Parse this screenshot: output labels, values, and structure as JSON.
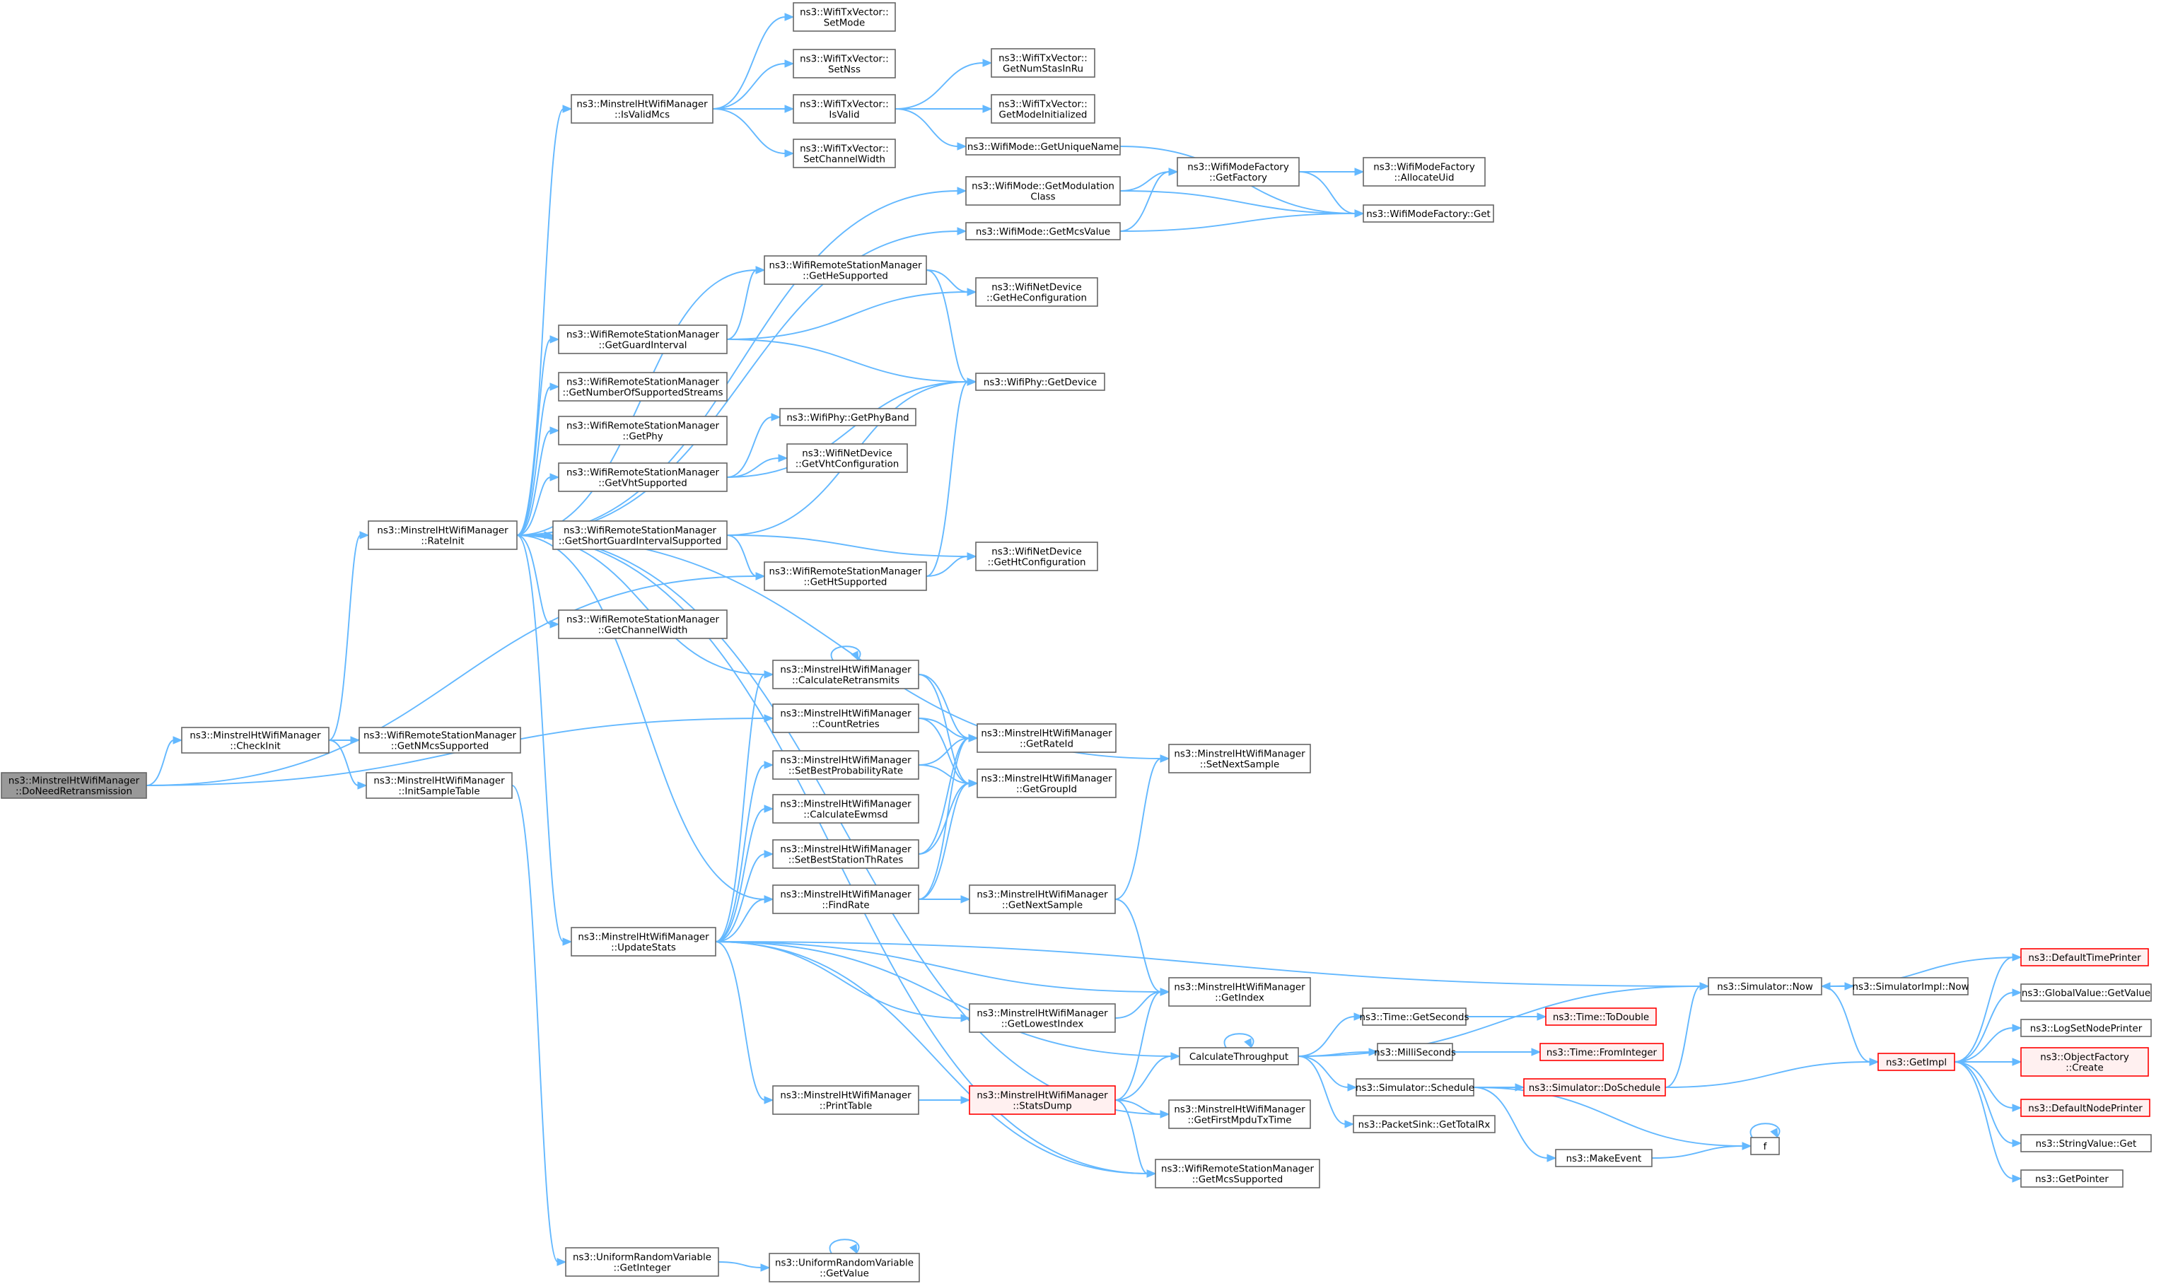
{
  "colors": {
    "edge": "#63b8ff",
    "node_fill": "#ffffff",
    "node_border": "#666666",
    "root_fill": "#999999",
    "root_border": "#666666",
    "truncated_fill": "#fff0f0",
    "truncated_border": "#ff0000"
  },
  "nodes": [
    {
      "id": "n0",
      "lines": [
        "ns3::MinstrelHtWifiManager",
        "::DoNeedRetransmission"
      ],
      "style": "root"
    },
    {
      "id": "n1",
      "lines": [
        "ns3::MinstrelHtWifiManager",
        "::CheckInit"
      ]
    },
    {
      "id": "n2",
      "lines": [
        "ns3::WifiRemoteStationManager",
        "::GetNMcsSupported"
      ]
    },
    {
      "id": "n3",
      "lines": [
        "ns3::MinstrelHtWifiManager",
        "::InitSampleTable"
      ]
    },
    {
      "id": "n4",
      "lines": [
        "ns3::MinstrelHtWifiManager",
        "::RateInit"
      ]
    },
    {
      "id": "n5",
      "lines": [
        "ns3::MinstrelHtWifiManager",
        "::IsValidMcs"
      ]
    },
    {
      "id": "n6",
      "lines": [
        "ns3::WifiTxVector::",
        "SetMode"
      ]
    },
    {
      "id": "n7",
      "lines": [
        "ns3::WifiTxVector::",
        "SetNss"
      ]
    },
    {
      "id": "n8",
      "lines": [
        "ns3::WifiTxVector::",
        "IsValid"
      ]
    },
    {
      "id": "n9",
      "lines": [
        "ns3::WifiTxVector::",
        "SetChannelWidth"
      ]
    },
    {
      "id": "n10",
      "lines": [
        "ns3::WifiTxVector::",
        "GetNumStasInRu"
      ]
    },
    {
      "id": "n11",
      "lines": [
        "ns3::WifiTxVector::",
        "GetModeInitialized"
      ]
    },
    {
      "id": "n12",
      "lines": [
        "ns3::WifiMode::GetUniqueName"
      ]
    },
    {
      "id": "n13",
      "lines": [
        "ns3::WifiMode::GetModulation",
        "Class"
      ]
    },
    {
      "id": "n14",
      "lines": [
        "ns3::WifiMode::GetMcsValue"
      ]
    },
    {
      "id": "n15",
      "lines": [
        "ns3::WifiModeFactory",
        "::GetFactory"
      ]
    },
    {
      "id": "n16",
      "lines": [
        "ns3::WifiModeFactory",
        "::AllocateUid"
      ]
    },
    {
      "id": "n17",
      "lines": [
        "ns3::WifiModeFactory::Get"
      ]
    },
    {
      "id": "n18",
      "lines": [
        "ns3::WifiRemoteStationManager",
        "::GetHeSupported"
      ]
    },
    {
      "id": "n19",
      "lines": [
        "ns3::WifiNetDevice",
        "::GetHeConfiguration"
      ]
    },
    {
      "id": "n20",
      "lines": [
        "ns3::WifiRemoteStationManager",
        "::GetGuardInterval"
      ]
    },
    {
      "id": "n21",
      "lines": [
        "ns3::WifiPhy::GetDevice"
      ]
    },
    {
      "id": "n22",
      "lines": [
        "ns3::WifiRemoteStationManager",
        "::GetNumberOfSupportedStreams"
      ]
    },
    {
      "id": "n23",
      "lines": [
        "ns3::WifiRemoteStationManager",
        "::GetPhy"
      ]
    },
    {
      "id": "n24",
      "lines": [
        "ns3::WifiPhy::GetPhyBand"
      ]
    },
    {
      "id": "n25",
      "lines": [
        "ns3::WifiRemoteStationManager",
        "::GetVhtSupported"
      ]
    },
    {
      "id": "n26",
      "lines": [
        "ns3::WifiNetDevice",
        "::GetVhtConfiguration"
      ]
    },
    {
      "id": "n27",
      "lines": [
        "ns3::WifiRemoteStationManager",
        "::GetShortGuardIntervalSupported"
      ]
    },
    {
      "id": "n28",
      "lines": [
        "ns3::WifiRemoteStationManager",
        "::GetHtSupported"
      ]
    },
    {
      "id": "n29",
      "lines": [
        "ns3::WifiNetDevice",
        "::GetHtConfiguration"
      ]
    },
    {
      "id": "n30",
      "lines": [
        "ns3::WifiRemoteStationManager",
        "::GetChannelWidth"
      ]
    },
    {
      "id": "n31",
      "lines": [
        "ns3::MinstrelHtWifiManager",
        "::CalculateRetransmits"
      ]
    },
    {
      "id": "n32",
      "lines": [
        "ns3::MinstrelHtWifiManager",
        "::CountRetries"
      ]
    },
    {
      "id": "n33",
      "lines": [
        "ns3::MinstrelHtWifiManager",
        "::SetBestProbabilityRate"
      ]
    },
    {
      "id": "n34",
      "lines": [
        "ns3::MinstrelHtWifiManager",
        "::CalculateEwmsd"
      ]
    },
    {
      "id": "n35",
      "lines": [
        "ns3::MinstrelHtWifiManager",
        "::SetBestStationThRates"
      ]
    },
    {
      "id": "n36",
      "lines": [
        "ns3::MinstrelHtWifiManager",
        "::FindRate"
      ]
    },
    {
      "id": "n37",
      "lines": [
        "ns3::MinstrelHtWifiManager",
        "::GetRateId"
      ]
    },
    {
      "id": "n38",
      "lines": [
        "ns3::MinstrelHtWifiManager",
        "::GetGroupId"
      ]
    },
    {
      "id": "n39",
      "lines": [
        "ns3::MinstrelHtWifiManager",
        "::SetNextSample"
      ]
    },
    {
      "id": "n40",
      "lines": [
        "ns3::MinstrelHtWifiManager",
        "::GetNextSample"
      ]
    },
    {
      "id": "n41",
      "lines": [
        "ns3::MinstrelHtWifiManager",
        "::UpdateStats"
      ]
    },
    {
      "id": "n42",
      "lines": [
        "ns3::MinstrelHtWifiManager",
        "::GetIndex"
      ]
    },
    {
      "id": "n43",
      "lines": [
        "ns3::MinstrelHtWifiManager",
        "::GetLowestIndex"
      ]
    },
    {
      "id": "n44",
      "lines": [
        "CalculateThroughput"
      ]
    },
    {
      "id": "n45",
      "lines": [
        "ns3::MinstrelHtWifiManager",
        "::PrintTable"
      ]
    },
    {
      "id": "n46",
      "lines": [
        "ns3::MinstrelHtWifiManager",
        "::StatsDump"
      ],
      "style": "truncated"
    },
    {
      "id": "n47",
      "lines": [
        "ns3::MinstrelHtWifiManager",
        "::GetFirstMpduTxTime"
      ]
    },
    {
      "id": "n48",
      "lines": [
        "ns3::WifiRemoteStationManager",
        "::GetMcsSupported"
      ]
    },
    {
      "id": "n49",
      "lines": [
        "ns3::UniformRandomVariable",
        "::GetInteger"
      ]
    },
    {
      "id": "n50",
      "lines": [
        "ns3::UniformRandomVariable",
        "::GetValue"
      ]
    },
    {
      "id": "n51",
      "lines": [
        "ns3::Simulator::Now"
      ]
    },
    {
      "id": "n52",
      "lines": [
        "ns3::SimulatorImpl::Now"
      ]
    },
    {
      "id": "n53",
      "lines": [
        "ns3::Time::GetSeconds"
      ]
    },
    {
      "id": "n54",
      "lines": [
        "ns3::Time::ToDouble"
      ],
      "style": "truncated"
    },
    {
      "id": "n55",
      "lines": [
        "ns3::MilliSeconds"
      ]
    },
    {
      "id": "n56",
      "lines": [
        "ns3::Time::FromInteger"
      ],
      "style": "truncated"
    },
    {
      "id": "n57",
      "lines": [
        "ns3::Simulator::Schedule"
      ]
    },
    {
      "id": "n58",
      "lines": [
        "ns3::Simulator::DoSchedule"
      ],
      "style": "truncated"
    },
    {
      "id": "n59",
      "lines": [
        "ns3::PacketSink::GetTotalRx"
      ]
    },
    {
      "id": "n60",
      "lines": [
        "ns3::MakeEvent"
      ]
    },
    {
      "id": "n61",
      "lines": [
        "f"
      ]
    },
    {
      "id": "n62",
      "lines": [
        "ns3::GetImpl"
      ],
      "style": "truncated"
    },
    {
      "id": "n63",
      "lines": [
        "ns3::DefaultTimePrinter"
      ],
      "style": "truncated"
    },
    {
      "id": "n64",
      "lines": [
        "ns3::GlobalValue::GetValue"
      ]
    },
    {
      "id": "n65",
      "lines": [
        "ns3::LogSetNodePrinter"
      ]
    },
    {
      "id": "n66",
      "lines": [
        "ns3::ObjectFactory",
        "::Create"
      ],
      "style": "truncated"
    },
    {
      "id": "n67",
      "lines": [
        "ns3::DefaultNodePrinter"
      ],
      "style": "truncated"
    },
    {
      "id": "n68",
      "lines": [
        "ns3::StringValue::Get"
      ]
    },
    {
      "id": "n69",
      "lines": [
        "ns3::GetPointer"
      ]
    }
  ],
  "edges": [
    [
      "n0",
      "n1"
    ],
    [
      "n0",
      "n28"
    ],
    [
      "n0",
      "n32"
    ],
    [
      "n1",
      "n2"
    ],
    [
      "n1",
      "n3"
    ],
    [
      "n1",
      "n4"
    ],
    [
      "n3",
      "n49"
    ],
    [
      "n4",
      "n5"
    ],
    [
      "n4",
      "n13"
    ],
    [
      "n4",
      "n14"
    ],
    [
      "n4",
      "n18"
    ],
    [
      "n4",
      "n20"
    ],
    [
      "n4",
      "n22"
    ],
    [
      "n4",
      "n23"
    ],
    [
      "n4",
      "n25"
    ],
    [
      "n4",
      "n27"
    ],
    [
      "n4",
      "n30"
    ],
    [
      "n4",
      "n31"
    ],
    [
      "n4",
      "n36"
    ],
    [
      "n4",
      "n39"
    ],
    [
      "n4",
      "n41"
    ],
    [
      "n4",
      "n47"
    ],
    [
      "n4",
      "n48"
    ],
    [
      "n5",
      "n6"
    ],
    [
      "n5",
      "n7"
    ],
    [
      "n5",
      "n8"
    ],
    [
      "n5",
      "n9"
    ],
    [
      "n8",
      "n10"
    ],
    [
      "n8",
      "n11"
    ],
    [
      "n8",
      "n12"
    ],
    [
      "n12",
      "n17"
    ],
    [
      "n13",
      "n15"
    ],
    [
      "n13",
      "n17"
    ],
    [
      "n14",
      "n15"
    ],
    [
      "n14",
      "n17"
    ],
    [
      "n15",
      "n16"
    ],
    [
      "n15",
      "n17"
    ],
    [
      "n18",
      "n19"
    ],
    [
      "n18",
      "n21"
    ],
    [
      "n20",
      "n18"
    ],
    [
      "n20",
      "n19"
    ],
    [
      "n20",
      "n21"
    ],
    [
      "n25",
      "n21"
    ],
    [
      "n25",
      "n24"
    ],
    [
      "n25",
      "n26"
    ],
    [
      "n27",
      "n21"
    ],
    [
      "n27",
      "n28"
    ],
    [
      "n27",
      "n29"
    ],
    [
      "n28",
      "n21"
    ],
    [
      "n28",
      "n29"
    ],
    [
      "n31",
      "n31"
    ],
    [
      "n31",
      "n37"
    ],
    [
      "n31",
      "n38"
    ],
    [
      "n32",
      "n37"
    ],
    [
      "n32",
      "n38"
    ],
    [
      "n33",
      "n37"
    ],
    [
      "n33",
      "n38"
    ],
    [
      "n35",
      "n37"
    ],
    [
      "n35",
      "n38"
    ],
    [
      "n36",
      "n37"
    ],
    [
      "n36",
      "n38"
    ],
    [
      "n36",
      "n40"
    ],
    [
      "n40",
      "n39"
    ],
    [
      "n40",
      "n42"
    ],
    [
      "n41",
      "n31"
    ],
    [
      "n41",
      "n33"
    ],
    [
      "n41",
      "n34"
    ],
    [
      "n41",
      "n35"
    ],
    [
      "n41",
      "n36"
    ],
    [
      "n41",
      "n42"
    ],
    [
      "n41",
      "n43"
    ],
    [
      "n41",
      "n44"
    ],
    [
      "n41",
      "n45"
    ],
    [
      "n41",
      "n48"
    ],
    [
      "n41",
      "n51"
    ],
    [
      "n43",
      "n42"
    ],
    [
      "n45",
      "n46"
    ],
    [
      "n46",
      "n42"
    ],
    [
      "n46",
      "n44"
    ],
    [
      "n46",
      "n47"
    ],
    [
      "n46",
      "n48"
    ],
    [
      "n44",
      "n44"
    ],
    [
      "n44",
      "n51"
    ],
    [
      "n44",
      "n53"
    ],
    [
      "n44",
      "n55"
    ],
    [
      "n44",
      "n57"
    ],
    [
      "n44",
      "n59"
    ],
    [
      "n53",
      "n54"
    ],
    [
      "n55",
      "n56"
    ],
    [
      "n57",
      "n58"
    ],
    [
      "n57",
      "n60"
    ],
    [
      "n57",
      "n61"
    ],
    [
      "n60",
      "n61"
    ],
    [
      "n61",
      "n61"
    ],
    [
      "n58",
      "n51"
    ],
    [
      "n58",
      "n62"
    ],
    [
      "n51",
      "n52"
    ],
    [
      "n51",
      "n62"
    ],
    [
      "n62",
      "n63"
    ],
    [
      "n62",
      "n64"
    ],
    [
      "n62",
      "n65"
    ],
    [
      "n62",
      "n66"
    ],
    [
      "n62",
      "n67"
    ],
    [
      "n62",
      "n68"
    ],
    [
      "n62",
      "n69"
    ],
    [
      "n63",
      "n51"
    ],
    [
      "n49",
      "n50"
    ],
    [
      "n50",
      "n50"
    ]
  ]
}
